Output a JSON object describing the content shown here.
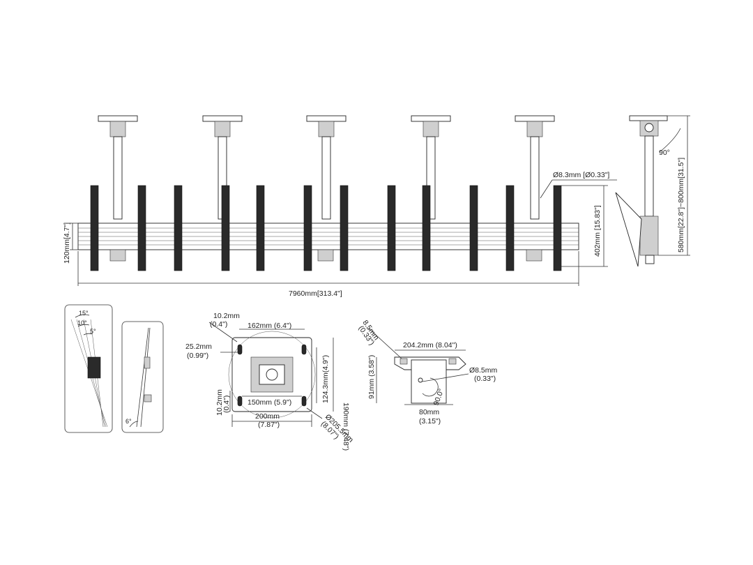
{
  "front_view": {
    "bar_height": "120mm[4.7\"]",
    "total_width": "7960mm[313.4\"]",
    "display_height": "402mm [15.83\"]",
    "pole_diameter": "Ø8.3mm [Ø0.33\"]"
  },
  "side_view": {
    "tilt_angle": "90°",
    "drop_length": "580mm[22.8\"]~800mm[31.5\"]"
  },
  "tilt_detail": {
    "angle_15": "15°",
    "angle_10": "10°",
    "angle_5": "5°",
    "angle_6": "6°"
  },
  "mount_plate": {
    "slot_width_1": "10.2mm",
    "slot_width_1_in": "(0.4\")",
    "top_span": "162mm (6.4\")",
    "side_offset": "25.2mm",
    "side_offset_in": "(0.99\")",
    "slot_width_2": "10.2mm",
    "slot_width_2_in": "(0.4\")",
    "inner_span": "150mm (5.9\")",
    "outer_width": "200mm",
    "outer_width_in": "(7.87\")",
    "inner_height": "124.3mm(4.9\")",
    "outer_height": "190mm (7.48\")",
    "circle_diameter": "Ø205.5mm",
    "circle_diameter_in": "(8.07\")"
  },
  "bracket": {
    "hole_1": "8.5mm",
    "hole_1_in": "(0.33\")",
    "width": "204.2mm (8.04\")",
    "height": "91mm (3.58\")",
    "hole_2": "Ø8.5mm",
    "hole_2_in": "(0.33\")",
    "angle": "90.0°",
    "base": "80mm",
    "base_in": "(3.15\")"
  }
}
